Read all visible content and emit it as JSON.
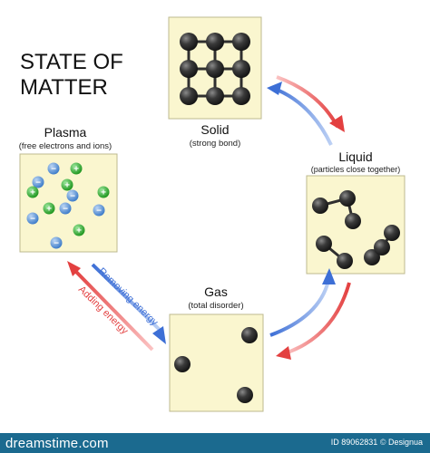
{
  "title": {
    "line1": "STATE OF",
    "line2": "MATTER"
  },
  "states": {
    "solid": {
      "name": "Solid",
      "desc": "(strong bond)"
    },
    "liquid": {
      "name": "Liquid",
      "desc": "(particles close together)"
    },
    "gas": {
      "name": "Gas",
      "desc": "(total disorder)"
    },
    "plasma": {
      "name": "Plasma",
      "desc": "(free electrons and ions)"
    }
  },
  "arrows": {
    "removing_energy": "Removing energy",
    "adding_energy": "Adding energy"
  },
  "plasma_signs": {
    "positive": "+",
    "negative": "−"
  },
  "colors": {
    "box_fill": "#faf6cf",
    "box_border": "#bdb98f",
    "molecule": "#2f2f2f",
    "ion_positive": "#2eb82e",
    "electron": "#4a8ed6",
    "arrow_blue": "#3d6fd6",
    "arrow_red": "#e34040",
    "footer_bar": "#1b6a8f"
  },
  "footer": {
    "logo": "dreamstime.com",
    "image_id": "ID 89062831",
    "separator": "©",
    "author": "Designua"
  }
}
